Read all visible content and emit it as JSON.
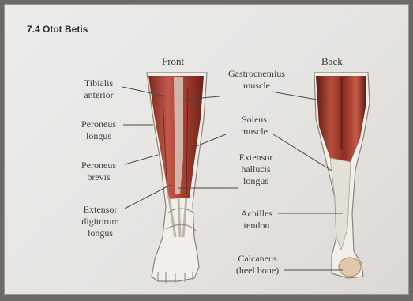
{
  "title": "7.4 Otot Betis",
  "headers": {
    "front": "Front",
    "back": "Back"
  },
  "labels": {
    "tibialis_anterior": [
      "Tibialis",
      "anterior"
    ],
    "peroneus_longus": [
      "Peroneus",
      "longus"
    ],
    "peroneus_brevis": [
      "Peroneus",
      "brevis"
    ],
    "extensor_digitorum_longus": [
      "Extensor",
      "digitorum",
      "longus"
    ],
    "gastrocnemius_muscle": [
      "Gastrocnemius",
      "muscle"
    ],
    "soleus_muscle": [
      "Soleus",
      "muscle"
    ],
    "extensor_hallucis_longus": [
      "Extensor",
      "hallucis",
      "longus"
    ],
    "achilles_tendon": [
      "Achilles",
      "tendon"
    ],
    "calcaneus": [
      "Calcaneus",
      "(heel bone)"
    ]
  },
  "colors": {
    "muscle": "#b4483a",
    "muscle_dark": "#6e2418",
    "tendon": "#e4e0d6",
    "skin_outline": "#8a8378",
    "leader_line": "#4a4744"
  }
}
